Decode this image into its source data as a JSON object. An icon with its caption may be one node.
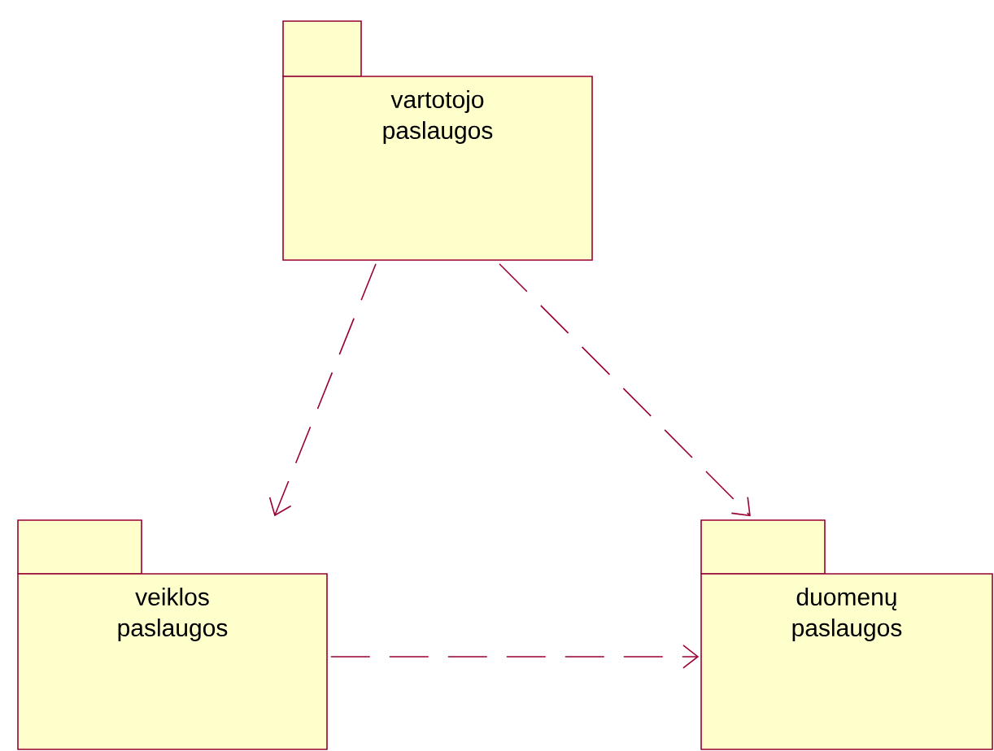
{
  "diagram": {
    "nodes": [
      {
        "text": [
          "vartotojo paslaugos"
        ]
      },
      {
        "text": [
          "veiklos paslaugos"
        ]
      },
      {
        "text": [
          "duomenų paslaugos"
        ]
      }
    ],
    "edges": [
      {
        "from": 0,
        "to": 1,
        "arrow": "to",
        "style": "dashed"
      },
      {
        "from": 0,
        "to": 2,
        "arrow": "to",
        "style": "dashed"
      },
      {
        "from": 1,
        "to": 2,
        "arrow": "to",
        "style": "dashed"
      }
    ]
  }
}
